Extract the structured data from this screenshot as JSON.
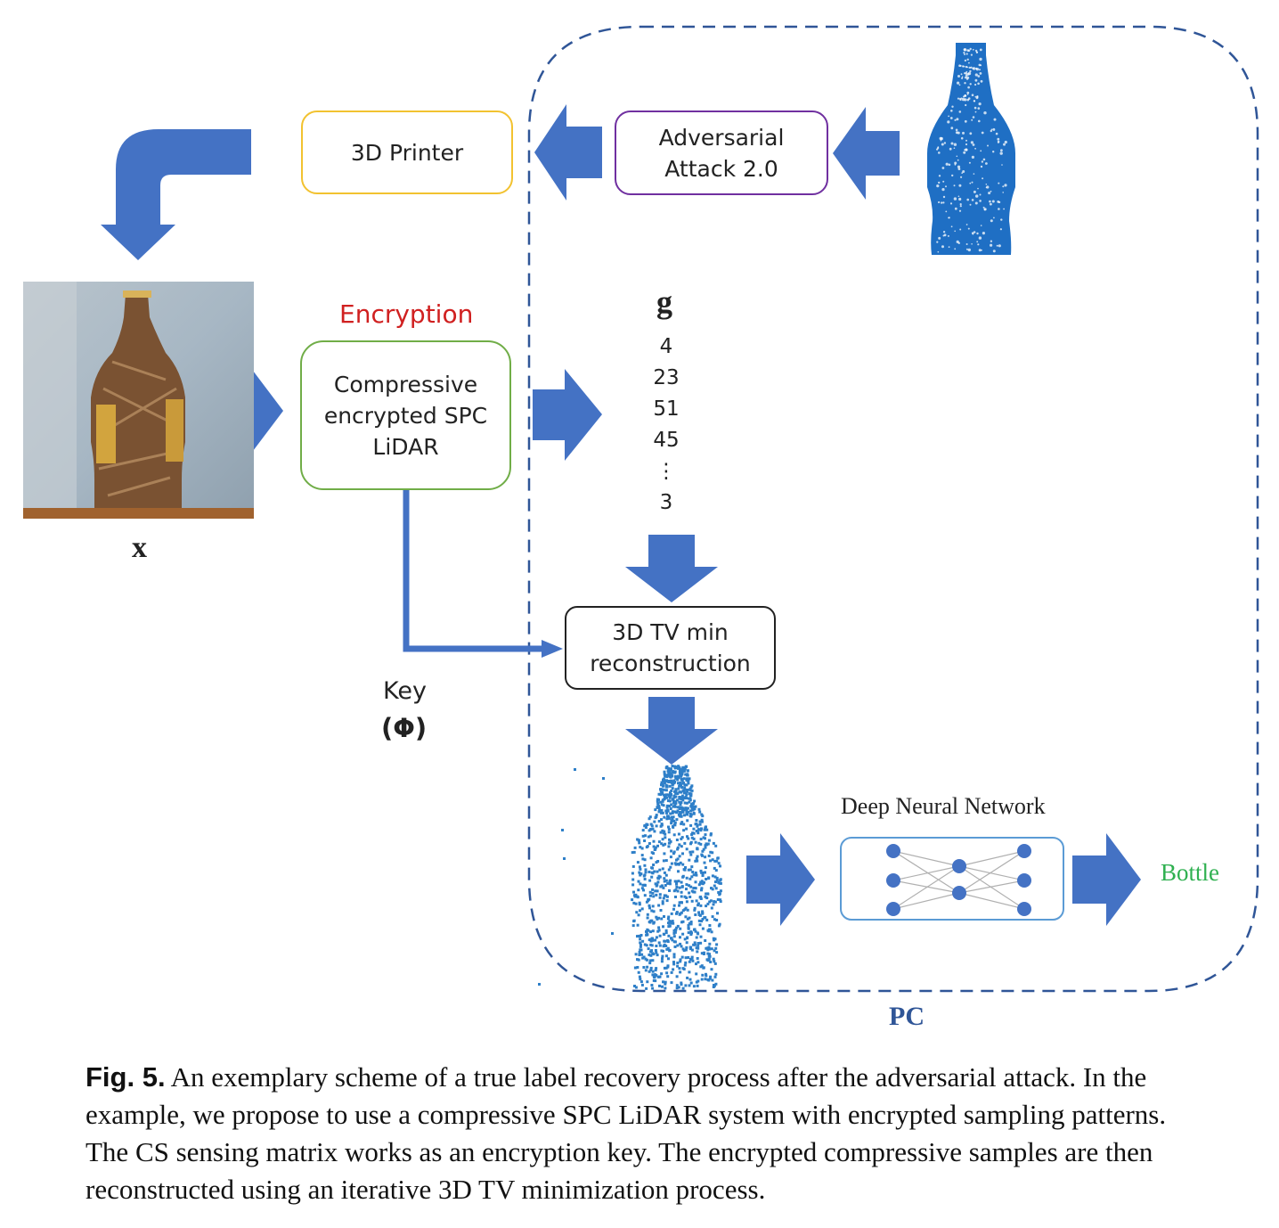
{
  "labels": {
    "printer": "3D Printer",
    "attack": "Adversarial\nAttack 2.0",
    "encryption": "Encryption",
    "lidar": "Compressive\nencrypted SPC\nLiDAR",
    "g": "g",
    "g_values": [
      "4",
      "23",
      "51",
      "45",
      "⋮",
      "3"
    ],
    "tv": "3D TV min\nreconstruction",
    "key": "Key",
    "phi": "(Φ)",
    "x": "x",
    "dnn": "Deep Neural Network",
    "output": "Bottle",
    "pc": "PC"
  },
  "caption": {
    "label": "Fig. 5.",
    "text": "An exemplary scheme of a true label recovery process after the adversarial attack. In the example, we propose to use a compressive SPC LiDAR system with encrypted sampling patterns. The CS sensing matrix works as an encryption key. The encrypted compressive samples are then reconstructed using an iterative 3D TV minimization process."
  },
  "icons": {
    "point_cloud_top": "bottle-point-cloud-icon",
    "point_cloud_reconstructed": "reconstructed-point-cloud-icon",
    "photo": "printed-bottle-photo",
    "network": "neural-network-icon"
  },
  "colors": {
    "arrow": "#4472c4",
    "dashed_region": "#2f5597",
    "point_cloud": "#1f6fc4",
    "printer_border": "#f2c230",
    "attack_border": "#7030a0",
    "lidar_border": "#70ad47",
    "encryption_text": "#d02020",
    "dnn_border": "#5b9bd5",
    "bottle_text": "#2fb050",
    "pc_text": "#2f5597"
  }
}
